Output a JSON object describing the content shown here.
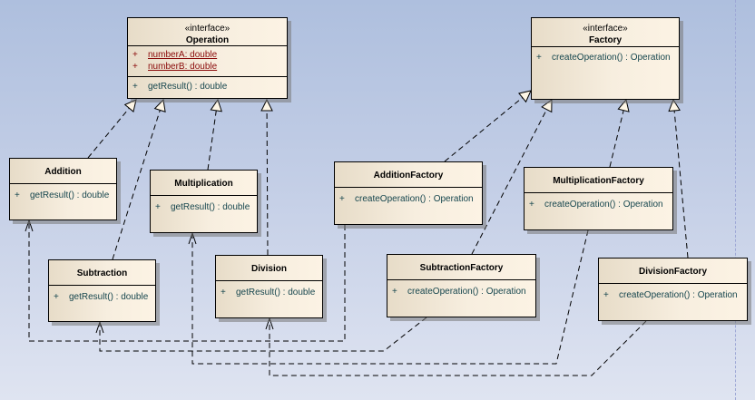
{
  "diagram": {
    "type": "UML class diagram",
    "colors": {
      "background_top": "#aebfde",
      "background_bottom": "#dfe4f1",
      "class_fill": "#fcf3e4",
      "operation_text": "#16464e",
      "attribute_text": "#8a0a0a",
      "line": "#000000"
    },
    "classes": {
      "operation": {
        "stereotype": "«interface»",
        "name": "Operation",
        "attributes": [
          {
            "visibility": "+",
            "text": "numberA:  double"
          },
          {
            "visibility": "+",
            "text": "numberB:  double"
          }
        ],
        "operations": [
          {
            "visibility": "+",
            "text": "getResult() : double"
          }
        ]
      },
      "factory": {
        "stereotype": "«interface»",
        "name": "Factory",
        "operations": [
          {
            "visibility": "+",
            "text": "createOperation() : Operation"
          }
        ]
      },
      "addition": {
        "name": "Addition",
        "operations": [
          {
            "visibility": "+",
            "text": "getResult() : double"
          }
        ]
      },
      "subtraction": {
        "name": "Subtraction",
        "operations": [
          {
            "visibility": "+",
            "text": "getResult() : double"
          }
        ]
      },
      "multiplication": {
        "name": "Multiplication",
        "operations": [
          {
            "visibility": "+",
            "text": "getResult() : double"
          }
        ]
      },
      "division": {
        "name": "Division",
        "operations": [
          {
            "visibility": "+",
            "text": "getResult() : double"
          }
        ]
      },
      "addition_factory": {
        "name": "AdditionFactory",
        "operations": [
          {
            "visibility": "+",
            "text": "createOperation() : Operation"
          }
        ]
      },
      "subtraction_factory": {
        "name": "SubtractionFactory",
        "operations": [
          {
            "visibility": "+",
            "text": "createOperation() : Operation"
          }
        ]
      },
      "multiplication_factory": {
        "name": "MultiplicationFactory",
        "operations": [
          {
            "visibility": "+",
            "text": "createOperation() : Operation"
          }
        ]
      },
      "division_factory": {
        "name": "DivisionFactory",
        "operations": [
          {
            "visibility": "+",
            "text": "createOperation() : Operation"
          }
        ]
      }
    },
    "relationships": [
      {
        "kind": "realization",
        "from": "Addition",
        "to": "Operation"
      },
      {
        "kind": "realization",
        "from": "Subtraction",
        "to": "Operation"
      },
      {
        "kind": "realization",
        "from": "Multiplication",
        "to": "Operation"
      },
      {
        "kind": "realization",
        "from": "Division",
        "to": "Operation"
      },
      {
        "kind": "realization",
        "from": "AdditionFactory",
        "to": "Factory"
      },
      {
        "kind": "realization",
        "from": "SubtractionFactory",
        "to": "Factory"
      },
      {
        "kind": "realization",
        "from": "MultiplicationFactory",
        "to": "Factory"
      },
      {
        "kind": "realization",
        "from": "DivisionFactory",
        "to": "Factory"
      },
      {
        "kind": "dependency",
        "from": "AdditionFactory",
        "to": "Addition"
      },
      {
        "kind": "dependency",
        "from": "SubtractionFactory",
        "to": "Subtraction"
      },
      {
        "kind": "dependency",
        "from": "MultiplicationFactory",
        "to": "Multiplication"
      },
      {
        "kind": "dependency",
        "from": "DivisionFactory",
        "to": "Division"
      }
    ]
  }
}
